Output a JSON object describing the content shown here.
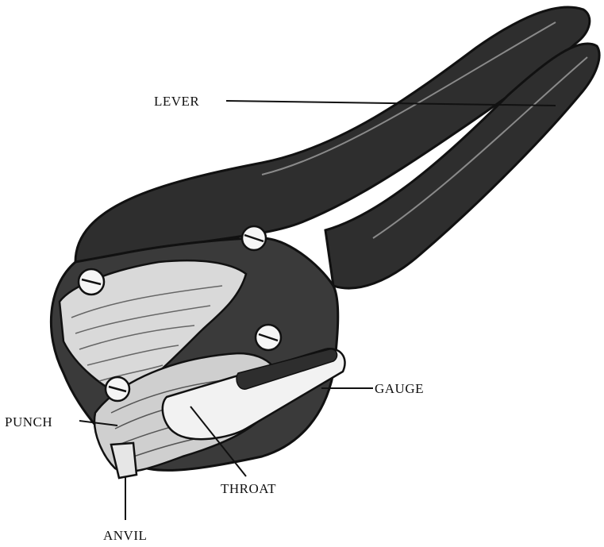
{
  "labels": {
    "lever": "LEVER",
    "gauge": "GAUGE",
    "punch": "PUNCH",
    "throat": "THROAT",
    "anvil": "ANVIL"
  },
  "colors": {
    "ink": "#111111",
    "handle_dark": "#2e2e2e",
    "paper": "#ffffff"
  }
}
